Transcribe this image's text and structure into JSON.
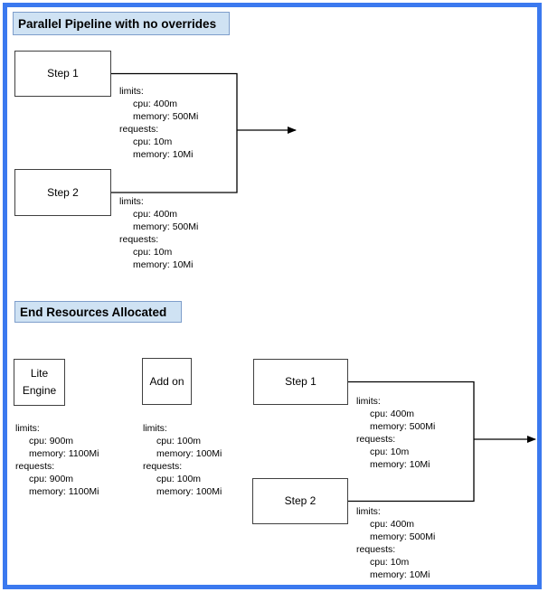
{
  "colors": {
    "frame_border": "#3b79ef",
    "title_fill": "#cfe2f3",
    "title_border": "#7e9ecb",
    "shape_border": "#404040",
    "connector": "#000000"
  },
  "section1": {
    "title": "Parallel Pipeline with no overrides",
    "step1": {
      "label": "Step 1",
      "resources": {
        "limits_label": "limits:",
        "limits": [
          "cpu: 400m",
          "memory: 500Mi"
        ],
        "requests_label": "requests:",
        "requests": [
          "cpu: 10m",
          "memory: 10Mi"
        ]
      }
    },
    "step2": {
      "label": "Step 2",
      "resources": {
        "limits_label": "limits:",
        "limits": [
          "cpu: 400m",
          "memory: 500Mi"
        ],
        "requests_label": "requests:",
        "requests": [
          "cpu: 10m",
          "memory: 10Mi"
        ]
      }
    }
  },
  "section2": {
    "title": "End Resources Allocated",
    "lite_engine": {
      "label_line1": "Lite",
      "label_line2": "Engine",
      "resources": {
        "limits_label": "limits:",
        "limits": [
          "cpu: 900m",
          "memory: 1100Mi"
        ],
        "requests_label": "requests:",
        "requests": [
          "cpu: 900m",
          "memory: 1100Mi"
        ]
      }
    },
    "add_on": {
      "label": "Add on",
      "resources": {
        "limits_label": "limits:",
        "limits": [
          "cpu: 100m",
          "memory: 100Mi"
        ],
        "requests_label": "requests:",
        "requests": [
          "cpu: 100m",
          "memory: 100Mi"
        ]
      }
    },
    "step1": {
      "label": "Step 1",
      "resources": {
        "limits_label": "limits:",
        "limits": [
          "cpu: 400m",
          "memory: 500Mi"
        ],
        "requests_label": "requests:",
        "requests": [
          "cpu: 10m",
          "memory: 10Mi"
        ]
      }
    },
    "step2": {
      "label": "Step 2",
      "resources": {
        "limits_label": "limits:",
        "limits": [
          "cpu: 400m",
          "memory: 500Mi"
        ],
        "requests_label": "requests:",
        "requests": [
          "cpu: 10m",
          "memory: 10Mi"
        ]
      }
    }
  }
}
